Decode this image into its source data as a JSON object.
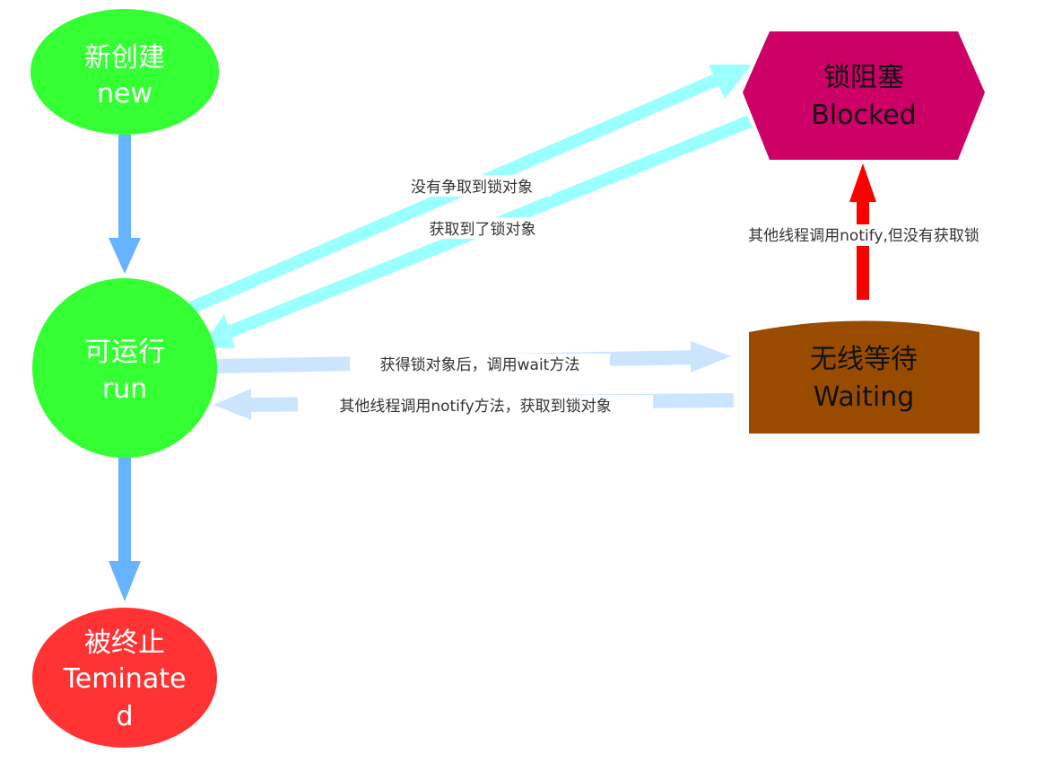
{
  "colors": {
    "new": "#33ff33",
    "run": "#33ff33",
    "terminated": "#ff3333",
    "blocked": "#cc0066",
    "waiting": "#994c00",
    "flow_arrow": "#66b3ff",
    "lock_arrow": "#99ffff",
    "wait_arrow": "#cce5ff",
    "notify_arrow": "#ff0000"
  },
  "nodes": {
    "new": {
      "zh": "新创建",
      "en": "new"
    },
    "run": {
      "zh": "可运行",
      "en": "run"
    },
    "terminated": {
      "zh": "被终止",
      "en1": "Teminate",
      "en2": "d"
    },
    "blocked": {
      "zh": "锁阻塞",
      "en": "Blocked"
    },
    "waiting": {
      "zh": "无线等待",
      "en": "Waiting"
    }
  },
  "edges": {
    "run_to_blocked": "没有争取到锁对象",
    "blocked_to_run": "获取到了锁对象",
    "waiting_to_blocked": "其他线程调用notify,但没有获取锁",
    "run_to_waiting": "获得锁对象后，调用wait方法",
    "waiting_to_run": "其他线程调用notify方法，获取到锁对象"
  }
}
